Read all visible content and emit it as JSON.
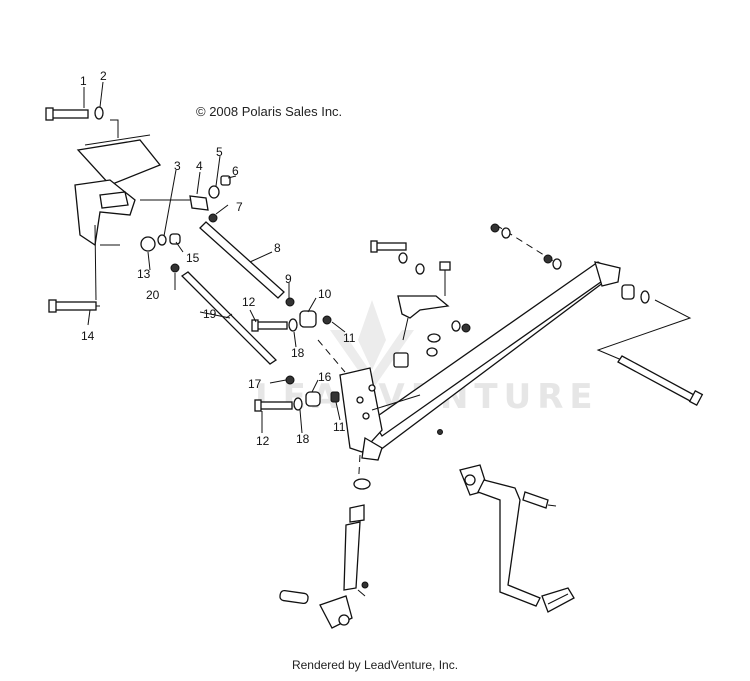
{
  "diagram": {
    "copyright": "© 2008 Polaris Sales Inc.",
    "footer": "Rendered by LeadVenture, Inc.",
    "watermark": "LEADVENTURE",
    "callouts": [
      "1",
      "2",
      "3",
      "4",
      "5",
      "6",
      "7",
      "8",
      "9",
      "10",
      "11",
      "12",
      "13",
      "14",
      "15",
      "16",
      "17",
      "18",
      "19",
      "20",
      "11",
      "12",
      "18"
    ]
  },
  "colors": {
    "ink": "#111111",
    "background": "#ffffff",
    "watermark": "#e6e6e6"
  }
}
